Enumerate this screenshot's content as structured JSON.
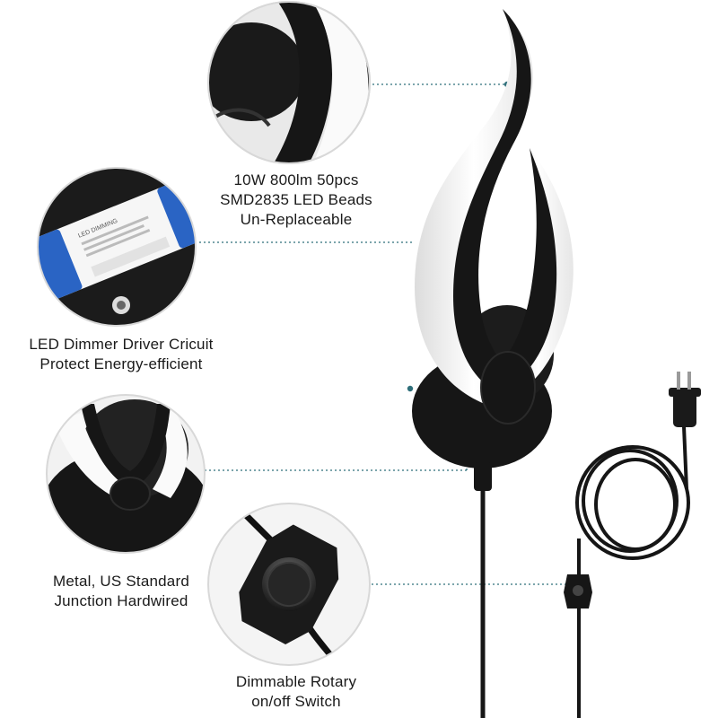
{
  "callouts": [
    {
      "lines": [
        "10W 800lm 50pcs",
        "SMD2835 LED Beads",
        "Un-Replaceable"
      ]
    },
    {
      "lines": [
        "LED Dimmer Driver Cricuit",
        "Protect Energy-efficient"
      ]
    },
    {
      "lines": [
        "Metal, US Standard",
        "Junction Hardwired"
      ]
    },
    {
      "lines": [
        "Dimmable Rotary",
        "on/off Switch"
      ]
    }
  ],
  "driver_label": {
    "line1": "LED DIMMING"
  },
  "colors": {
    "lamp_black": "#161616",
    "lamp_white": "#f4f4f4",
    "driver_blue": "#2a64c4",
    "leader_teal": "#2f6f7a",
    "circle_border": "#d8d8d8"
  }
}
